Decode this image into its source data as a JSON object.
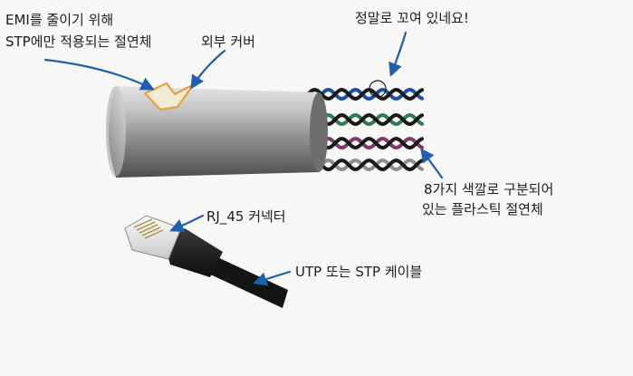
{
  "labels": {
    "emi_line1": "EMI를 줄이기 위해",
    "emi_line2": "STP에만 적용되는 절연체",
    "outer_cover": "외부 커버",
    "twisted": "정말로 꼬여 있네요!",
    "colors_line1": "8가지 색깔로 구분되어",
    "colors_line2": "있는 플라스틱 절연체",
    "rj45": "RJ_45 커넥터",
    "cable": "UTP 또는 STP 케이블"
  },
  "colors": {
    "arrow": "#1f5fb0",
    "foil_outline": "#e8a23a",
    "pair1": [
      "#1b4fa8",
      "#1a1a1a"
    ],
    "pair2": [
      "#2e7a57",
      "#1a1a1a"
    ],
    "pair3": [
      "#7b3b6a",
      "#1a1a1a"
    ],
    "pair4": [
      "#8e8e8e",
      "#1a1a1a"
    ]
  },
  "icons": {
    "arrow": "arrow-icon",
    "connector": "rj45-connector-icon"
  }
}
